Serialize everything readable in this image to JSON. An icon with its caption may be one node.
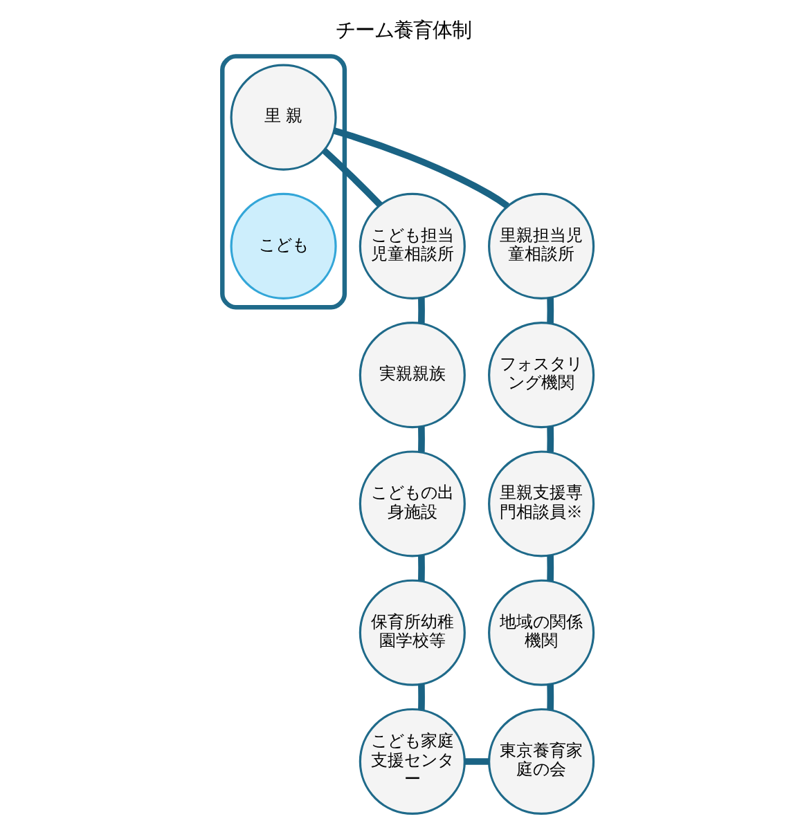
{
  "diagram": {
    "title": "チーム養育体制",
    "nodes": [
      {
        "text": [],
        "shape": "box"
      },
      {
        "text": [
          "里 親"
        ],
        "in": 0
      },
      {
        "text": [
          "こども"
        ],
        "in": 0
      },
      {
        "text": [
          "里親担当児童相談所"
        ]
      },
      {
        "text": [
          "フォスタリング機関"
        ]
      },
      {
        "text": [
          "里親支援専門相談員※"
        ]
      },
      {
        "text": [
          "地域の関係機関"
        ]
      },
      {
        "text": [
          "東京養育家庭の会"
        ]
      },
      {
        "text": [
          "こども家庭支援センター"
        ]
      },
      {
        "text": [
          "保育所幼稚園学校等"
        ]
      },
      {
        "text": [
          "こどもの出身施設"
        ]
      },
      {
        "text": [
          "実親親族"
        ]
      },
      {
        "text": [
          "こども担当児童相談所"
        ]
      }
    ],
    "edges": [
      {
        "from": 1,
        "to": 3,
        "arrow": "none"
      },
      {
        "from": 3,
        "to": 4,
        "arrow": "none"
      },
      {
        "from": 4,
        "to": 5,
        "arrow": "none"
      },
      {
        "from": 5,
        "to": 6,
        "arrow": "none"
      },
      {
        "from": 6,
        "to": 7,
        "arrow": "none"
      },
      {
        "from": 7,
        "to": 8,
        "arrow": "none"
      },
      {
        "from": 8,
        "to": 9,
        "arrow": "none"
      },
      {
        "from": 9,
        "to": 10,
        "arrow": "none"
      },
      {
        "from": 10,
        "to": 11,
        "arrow": "none"
      },
      {
        "from": 11,
        "to": 12,
        "arrow": "none"
      },
      {
        "from": 12,
        "to": 1,
        "arrow": "none"
      }
    ]
  }
}
